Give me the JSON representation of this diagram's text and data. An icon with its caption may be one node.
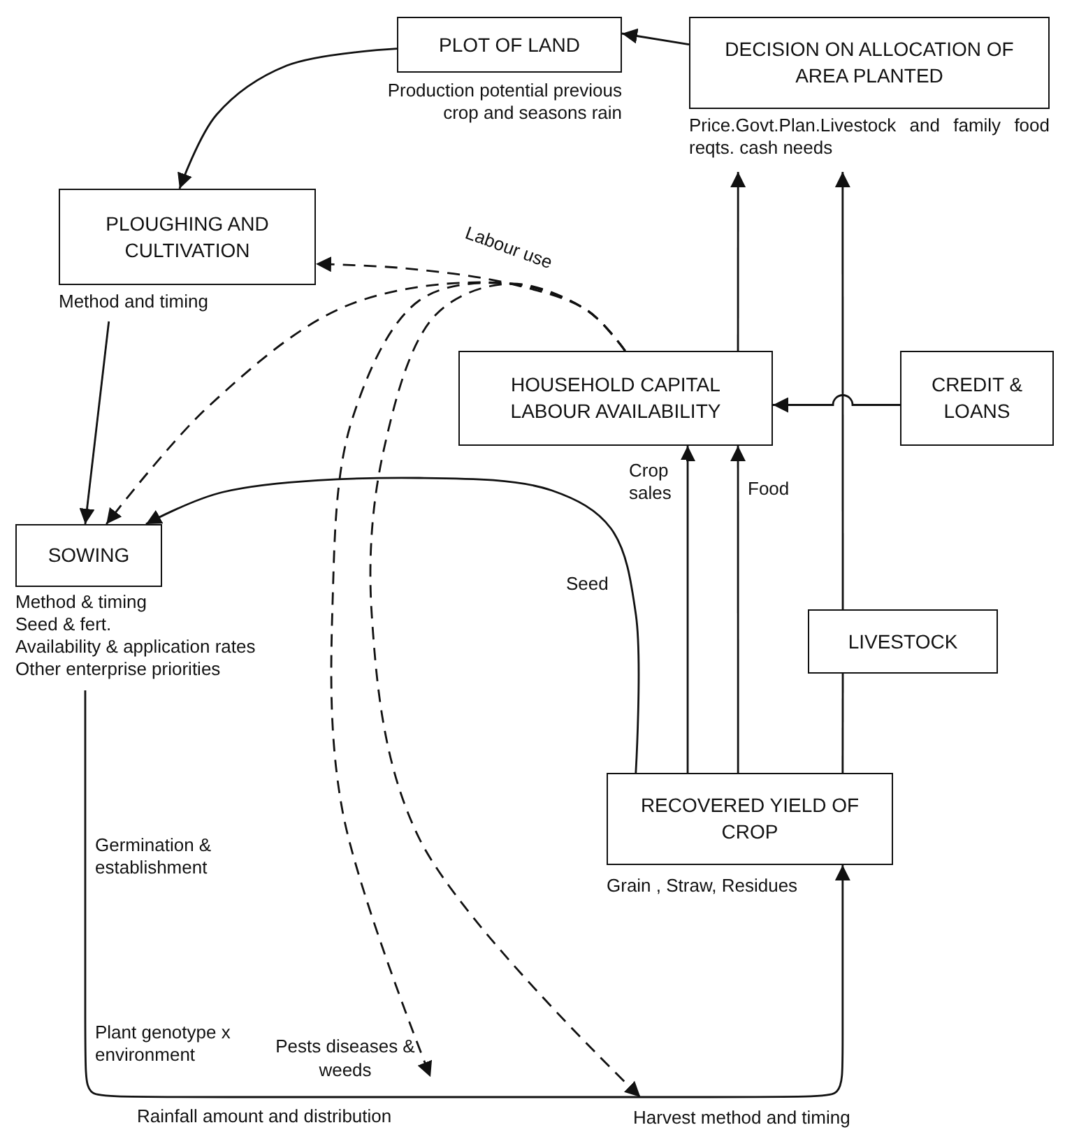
{
  "diagram": {
    "nodes": [
      {
        "text": [
          "PLOT OF LAND"
        ],
        "beside": [
          "Production potential previous crop and seasons rain"
        ]
      },
      {
        "text": [
          "DECISION ON ALLOCATION OF AREA PLANTED"
        ],
        "beside": [
          "Price.Govt.Plan.Livestock and family food reqts. cash needs"
        ]
      },
      {
        "text": [
          "PLOUGHING AND CULTIVATION"
        ],
        "beside": [
          "Method and timing"
        ]
      },
      {
        "text": [
          "HOUSEHOLD CAPITAL LABOUR AVAILABILITY"
        ]
      },
      {
        "text": [
          "CREDIT & LOANS"
        ]
      },
      {
        "text": [
          "SOWING"
        ],
        "beside": [
          "Method & timing",
          "Seed & fert.",
          "Availability & application rates",
          "Other enterprise priorities"
        ]
      },
      {
        "text": [
          "LIVESTOCK"
        ]
      },
      {
        "text": [
          "RECOVERED YIELD OF CROP"
        ],
        "beside": [
          "Grain , Straw, Residues"
        ]
      },
      {
        "text": [
          "Pests diseases & weeds"
        ]
      },
      {
        "text": [
          "Harvest method and timing"
        ]
      }
    ],
    "edges": [
      {
        "from": 1,
        "to": 0,
        "arrow": "to"
      },
      {
        "from": 0,
        "to": 2,
        "arrow": "to"
      },
      {
        "from": 2,
        "to": 5,
        "arrow": "to"
      },
      {
        "from": 3,
        "to": 1,
        "arrow": "to"
      },
      {
        "from": 6,
        "to": 1,
        "arrow": "to"
      },
      {
        "from": 7,
        "to": 6,
        "arrow": "none"
      },
      {
        "from": 4,
        "to": 3,
        "arrow": "to"
      },
      {
        "from": 7,
        "to": 3,
        "arrow": "to",
        "label": "Crop sales"
      },
      {
        "from": 7,
        "to": 3,
        "arrow": "to",
        "label": "Food"
      },
      {
        "from": 7,
        "to": 5,
        "arrow": "to",
        "label": "Seed"
      },
      {
        "from": 5,
        "to": 7,
        "arrow": "to"
      },
      {
        "from": 3,
        "to": 2,
        "arrow": "to",
        "style": "dashed",
        "label": "Labour use"
      },
      {
        "from": 3,
        "to": 5,
        "arrow": "to",
        "style": "dashed"
      },
      {
        "from": 3,
        "to": 8,
        "arrow": "to",
        "style": "dashed"
      },
      {
        "from": 3,
        "to": 9,
        "arrow": "to",
        "style": "dashed"
      }
    ],
    "labels": [
      "Germination & establishment",
      "Plant genotype x environment",
      "Rainfall amount and distribution"
    ]
  }
}
